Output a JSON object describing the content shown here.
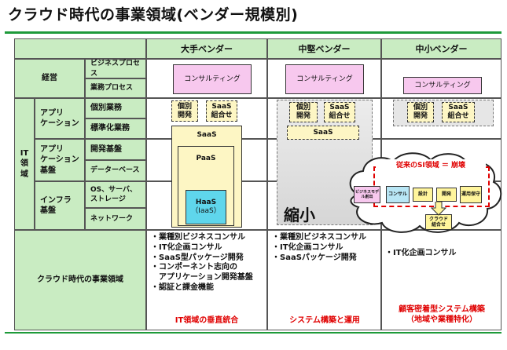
{
  "title": "クラウド時代の事業領域(ベンダー規模別)",
  "columns": [
    "大手ベンダー",
    "中堅ベンダー",
    "中小ベンダー"
  ],
  "row_groups": {
    "keiei": "経営",
    "it_line1": "IT",
    "it_line2": "領",
    "it_line3": "域",
    "app_line1": "アプリ",
    "app_line2": "ケーション",
    "appbase_line1": "アプリ",
    "appbase_line2": "ケーション",
    "appbase_line3": "基盤",
    "infra_line1": "インフラ",
    "infra_line2": "基盤",
    "cloud_biz": "クラウド時代の事業領域"
  },
  "sub_rows": {
    "business_process": "ビジネスプロセス",
    "work_process": "業務プロセス",
    "individual_work": "個別業務",
    "standard_work": "標準化業務",
    "dev_base": "開発基盤",
    "database": "データーベース",
    "os_server_line1": "OS、サーバ、",
    "os_server_line2": "ストレージ",
    "network": "ネットワーク"
  },
  "large": {
    "consulting": "コンサルティング",
    "kobetsu_line1": "個別",
    "kobetsu_line2": "開発",
    "saas_combo_line1": "SaaS",
    "saas_combo_line2": "組合せ",
    "saas": "SaaS",
    "paas": "PaaS",
    "haas_line1": "HaaS",
    "haas_line2": "（IaaS）",
    "bullets": [
      "・業種別ビジネスコンサル",
      "・IT化企画コンサル",
      "・SaaS型パッケージ開発",
      "・コンポーネント志向の",
      "　アプリケーション開発基盤",
      "・認証と課金機能"
    ],
    "summary": "IT領域の垂直統合"
  },
  "mid": {
    "consulting": "コンサルティング",
    "kobetsu_line1": "個別",
    "kobetsu_line2": "開発",
    "saas_combo_line1": "SaaS",
    "saas_combo_line2": "組合せ",
    "saas": "SaaS",
    "shrink": "縮小",
    "bullets": [
      "・業種別ビジネスコンサル",
      "・IT化企画コンサル",
      "・SaaSパッケージ開発"
    ],
    "summary": "システム構築と運用"
  },
  "small": {
    "consulting": "コンサルティング",
    "kobetsu_line1": "個別",
    "kobetsu_line2": "開発",
    "saas_combo_line1": "SaaS",
    "saas_combo_line2": "組合せ",
    "bullets": [
      "・IT化企画コンサル"
    ],
    "summary_line1": "顧客密着型システム構築",
    "summary_line2": "（地域や業種特化）"
  },
  "cloud_callout": {
    "heading": "従来のSI領域 ＝ 崩壊",
    "steps": [
      "ビジネスモデル創出",
      "コンサル",
      "設計",
      "開発",
      "運用保守"
    ],
    "cloud_combo_line1": "クラウド",
    "cloud_combo_line2": "組合せ"
  },
  "colors": {
    "header_green": "#c9ecc2",
    "rule_green": "#1e9a3a",
    "pink": "#f7c8ee",
    "cream": "#fdf6c4",
    "cyan": "#5fd6ec",
    "summary_red": "#e00000"
  }
}
